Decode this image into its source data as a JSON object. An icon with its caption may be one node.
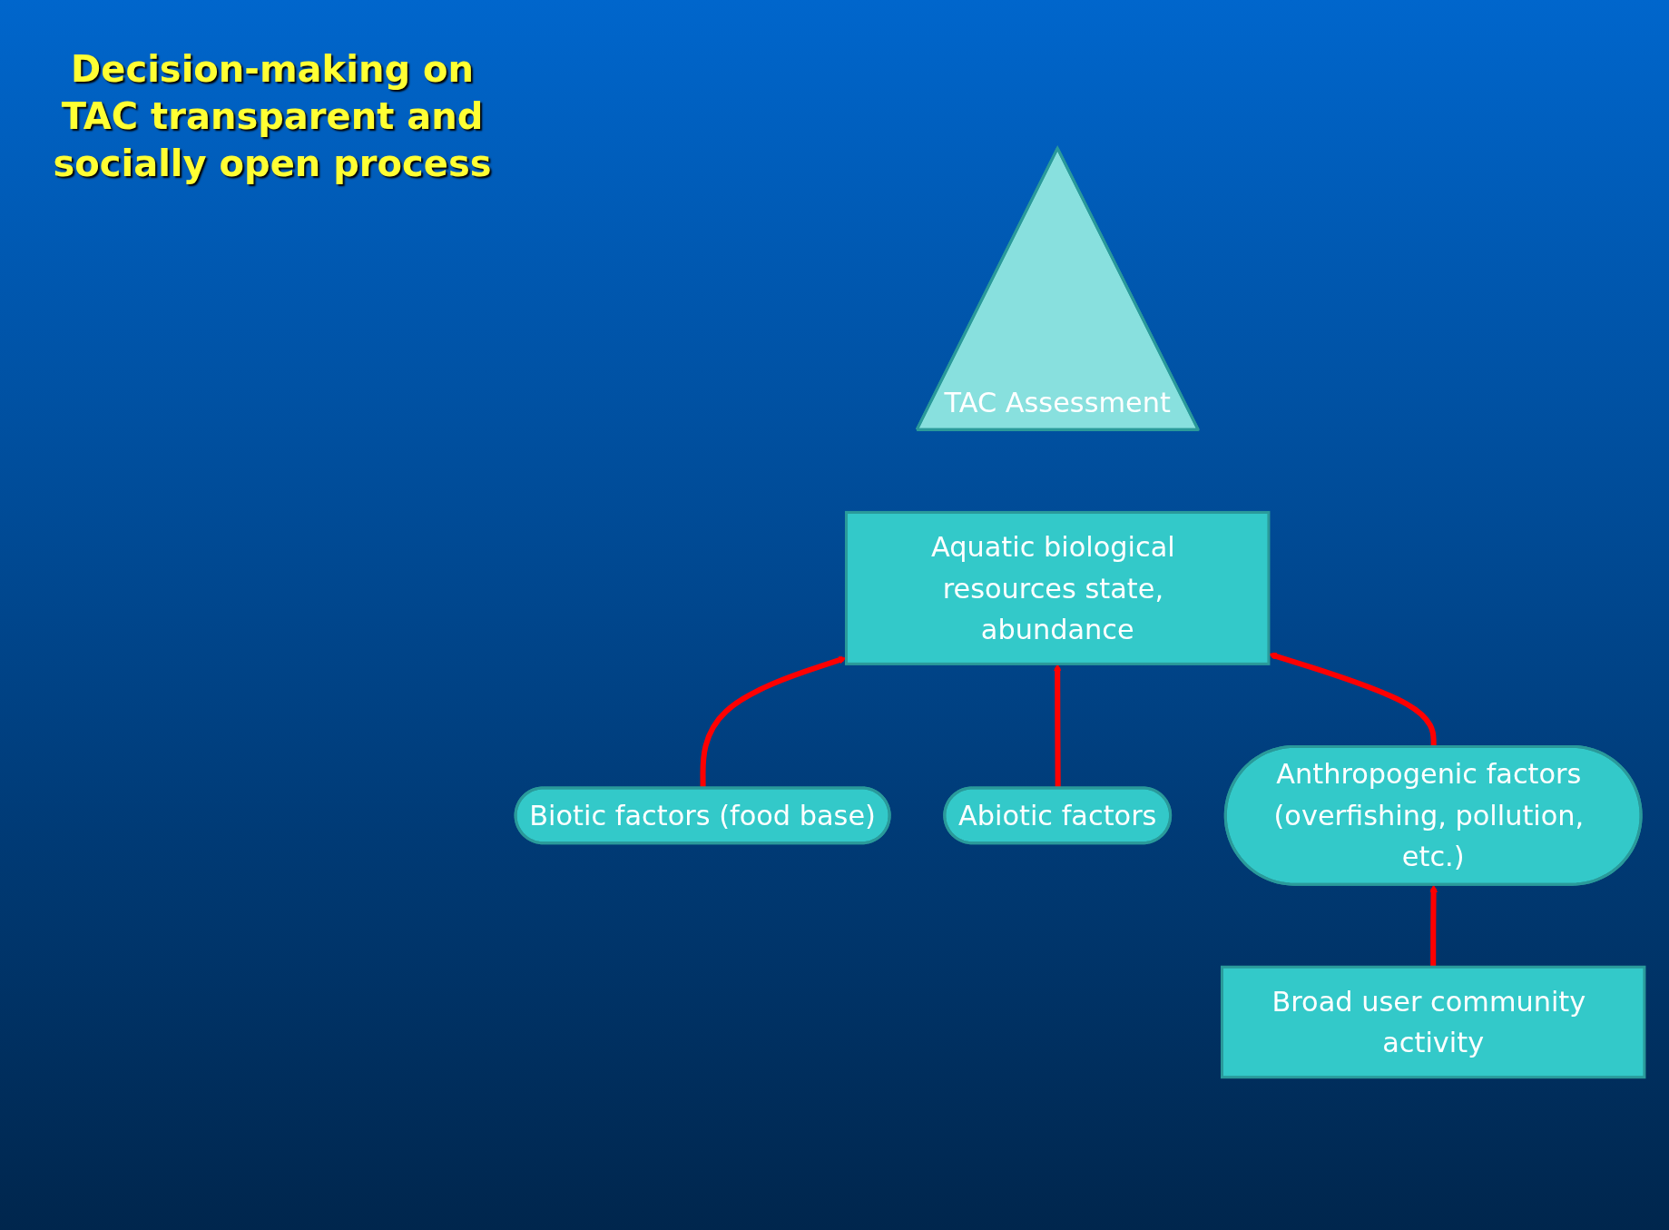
{
  "diagram": {
    "nodes": [
      {
        "text": [
          "TAC Assessment"
        ]
      },
      {
        "text": [
          "Aquatic biological resources state, abundance"
        ]
      },
      {
        "text": [
          "Biotic factors (food base)"
        ]
      },
      {
        "text": [
          "Abiotic factors"
        ]
      },
      {
        "text": [
          "Anthropogenic factors (overfishing, pollution, etc.)"
        ]
      },
      {
        "text": [
          "Broad user community activity"
        ]
      }
    ],
    "edges": [
      {
        "from": 2,
        "to": 1,
        "arrow": "to"
      },
      {
        "from": 3,
        "to": 1,
        "arrow": "to"
      },
      {
        "from": 4,
        "to": 1,
        "arrow": "to"
      },
      {
        "from": 5,
        "to": 4,
        "arrow": "to"
      }
    ],
    "labels": [
      "Decision-making on TAC transparent and socially open process"
    ]
  }
}
